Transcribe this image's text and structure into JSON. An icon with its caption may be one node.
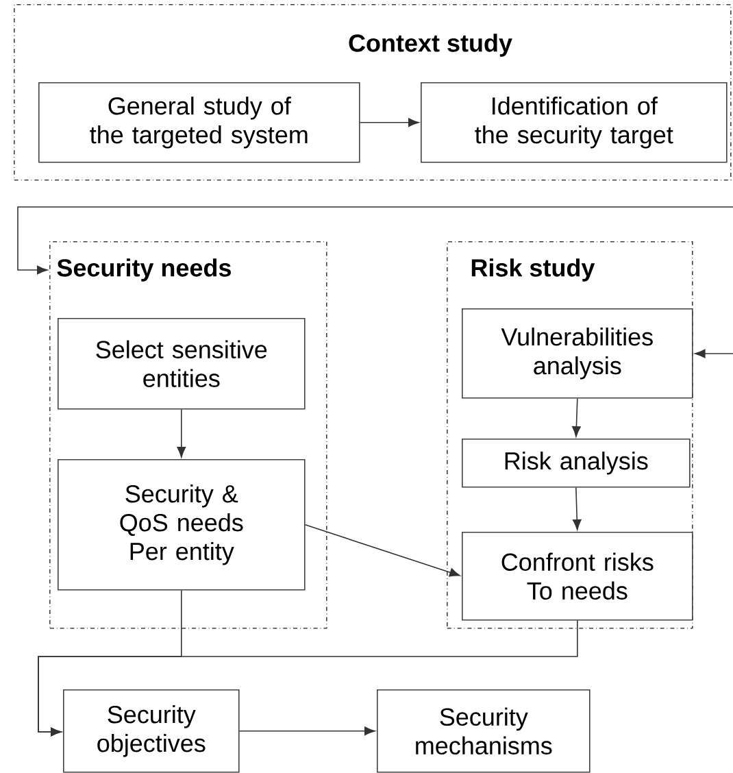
{
  "diagram": {
    "nodes": [
      {
        "text": [
          "Context study"
        ]
      },
      {
        "text": [
          "General study of the targeted system"
        ],
        "in": 0
      },
      {
        "text": [
          "Identification of the security target"
        ],
        "in": 0
      },
      {
        "text": [
          "Security needs"
        ]
      },
      {
        "text": [
          "Select sensitive entities"
        ],
        "in": 3
      },
      {
        "text": [
          "Security & QoS needs Per entity"
        ],
        "in": 3
      },
      {
        "text": [
          "Risk study"
        ]
      },
      {
        "text": [
          "Vulnerabilities analysis"
        ],
        "in": 6
      },
      {
        "text": [
          "Risk analysis"
        ],
        "in": 6
      },
      {
        "text": [
          "Confront risks To needs"
        ],
        "in": 6
      },
      {
        "text": [
          "Security objectives"
        ]
      },
      {
        "text": [
          "Security mechanisms"
        ]
      }
    ],
    "edges": [
      {
        "from": 1,
        "to": 2,
        "arrow": "to"
      },
      {
        "from": null,
        "to": 3,
        "arrow": "to"
      },
      {
        "from": 4,
        "to": 5,
        "arrow": "to"
      },
      {
        "from": 5,
        "to": 9,
        "arrow": "to"
      },
      {
        "from": null,
        "to": 7,
        "arrow": "to"
      },
      {
        "from": 7,
        "to": 8,
        "arrow": "to"
      },
      {
        "from": 8,
        "to": 9,
        "arrow": "to"
      },
      {
        "from": 5,
        "to": 10,
        "arrow": "to"
      },
      {
        "from": 9,
        "to": 10,
        "arrow": "to"
      },
      {
        "from": 10,
        "to": 11,
        "arrow": "to"
      }
    ]
  }
}
